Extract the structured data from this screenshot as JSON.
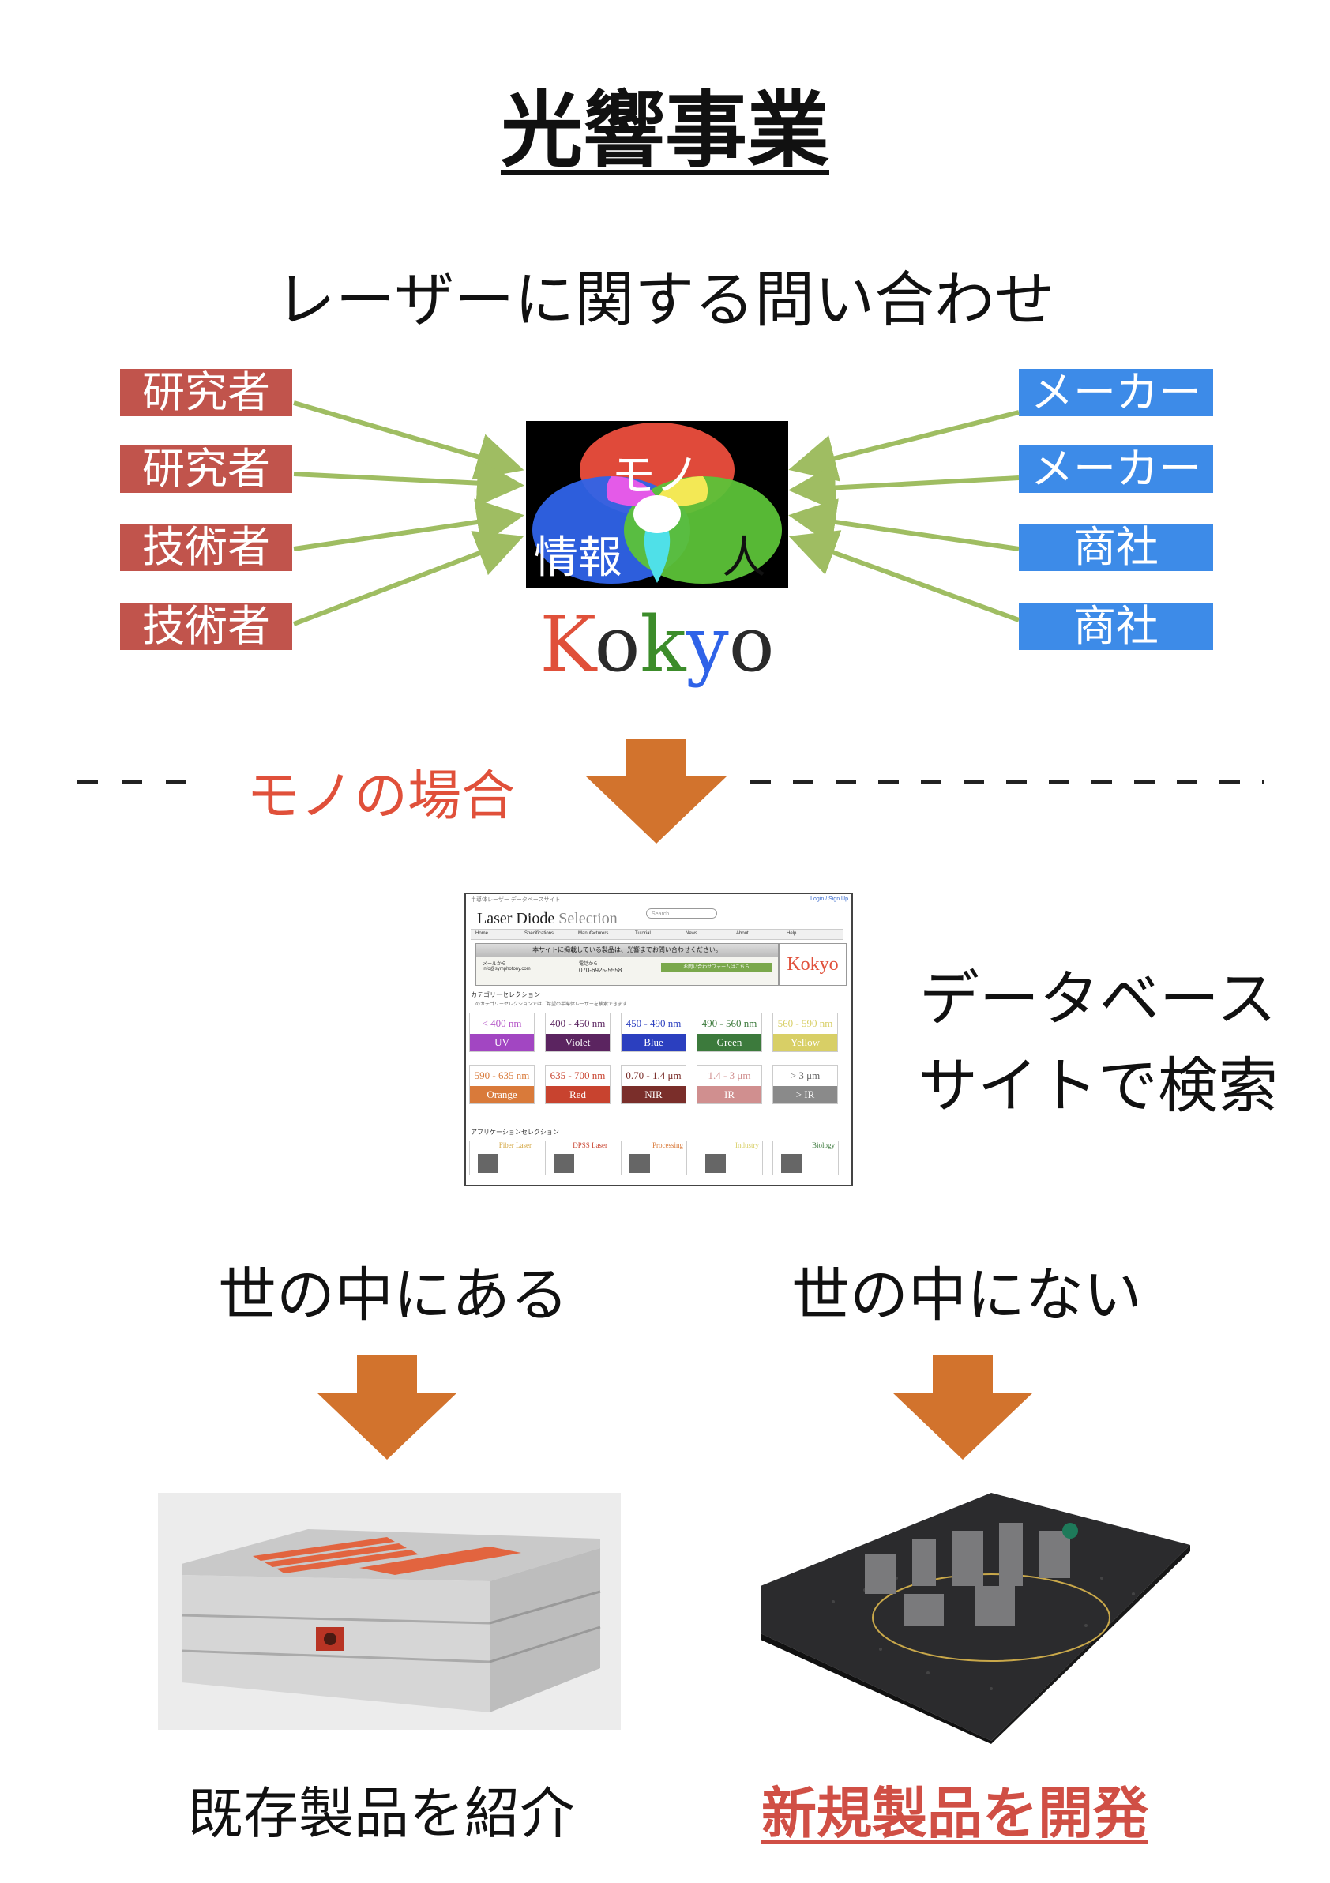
{
  "title": "光響事業",
  "subtitle": "レーザーに関する問い合わせ",
  "left_tags": [
    "研究者",
    "研究者",
    "技術者",
    "技術者"
  ],
  "right_tags": [
    "メーカー",
    "メーカー",
    "商社",
    "商社"
  ],
  "venn": {
    "top": "モノ",
    "left": "情報",
    "right": "人"
  },
  "logo_text": {
    "k": "K",
    "o1": "o",
    "k2": "k",
    "y": "y",
    "o2": "o"
  },
  "case_label": "モノの場合",
  "database": {
    "line1": "データベース",
    "line2": "サイトで検索"
  },
  "branches": {
    "left": "世の中にある",
    "right": "世の中にない"
  },
  "captions": {
    "left": "既存製品を紹介",
    "right": "新規製品を開発"
  },
  "website": {
    "top_text": "半導体レーザー データベースサイト",
    "login": "Login / Sign Up",
    "title_main": "Laser Diode",
    "title_sub": "Selection",
    "search_placeholder": "Search",
    "nav": [
      "Home",
      "Specifications",
      "Manufacturers",
      "Tutorial",
      "News",
      "About",
      "Help"
    ],
    "banner_title": "本サイトに掲載している製品は、光響までお問い合わせください。",
    "mail_label": "メールから",
    "mail": "info@symphotony.com",
    "phone_label": "電話から",
    "phone": "070-6925-5558",
    "form_button": "お問い合わせフォームはこちら",
    "logo": "Kokyo",
    "category_heading": "カテゴリーセレクション",
    "category_sub": "このカテゴリーセレクションではご希望の半導体レーザーを検索できます",
    "categories": [
      {
        "range": "< 400 nm",
        "name": "UV",
        "text": "#b455c8",
        "bg": "#a246c2"
      },
      {
        "range": "400 - 450 nm",
        "name": "Violet",
        "text": "#5b2460",
        "bg": "#5b2460"
      },
      {
        "range": "450 - 490 nm",
        "name": "Blue",
        "text": "#2b3fbf",
        "bg": "#2b3fbf"
      },
      {
        "range": "490 - 560 nm",
        "name": "Green",
        "text": "#3c7a3c",
        "bg": "#3c7a3c"
      },
      {
        "range": "560 - 590 nm",
        "name": "Yellow",
        "text": "#d8cf66",
        "bg": "#d8cf66"
      },
      {
        "range": "590 - 635 nm",
        "name": "Orange",
        "text": "#d97a3a",
        "bg": "#d97a3a"
      },
      {
        "range": "635 - 700 nm",
        "name": "Red",
        "text": "#c8432f",
        "bg": "#c8432f"
      },
      {
        "range": "0.70 - 1.4 μm",
        "name": "NIR",
        "text": "#7a2e2a",
        "bg": "#7a2e2a"
      },
      {
        "range": "1.4 - 3 μm",
        "name": "IR",
        "text": "#d08f8f",
        "bg": "#d08f8f"
      },
      {
        "range": "> 3 μm",
        "name": "> IR",
        "text": "#666666",
        "bg": "#8a8a8a"
      }
    ],
    "application_heading": "アプリケーションセレクション",
    "applications": [
      "Fiber Laser",
      "DPSS Laser",
      "Processing",
      "Industry",
      "Biology"
    ]
  }
}
